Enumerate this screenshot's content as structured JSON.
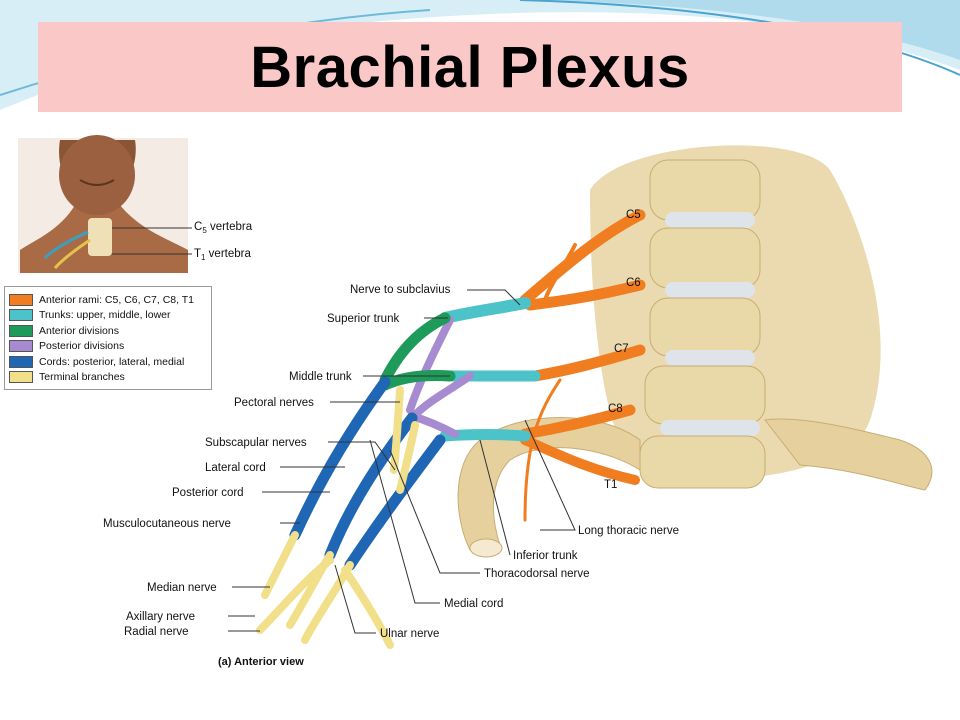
{
  "title": "Brachial Plexus",
  "inset": {
    "c5_label": "C",
    "c5_sub": "5",
    "c5_suffix": " vertebra",
    "t1_label": "T",
    "t1_sub": "1",
    "t1_suffix": " vertebra"
  },
  "legend": [
    {
      "label": "Anterior rami: C5, C6, C7, C8, T1",
      "color": "#f07d1f"
    },
    {
      "label": "Trunks: upper, middle, lower",
      "color": "#4cc3c8"
    },
    {
      "label": "Anterior divisions",
      "color": "#1e9a5a"
    },
    {
      "label": "Posterior divisions",
      "color": "#a78bd0"
    },
    {
      "label": "Cords: posterior, lateral, medial",
      "color": "#1f66b5"
    },
    {
      "label": "Terminal branches",
      "color": "#f2df8a"
    }
  ],
  "rami": [
    "C5",
    "C6",
    "C7",
    "C8",
    "T1"
  ],
  "labels": {
    "nerve_to_subclavius": "Nerve to subclavius",
    "superior_trunk": "Superior trunk",
    "middle_trunk": "Middle trunk",
    "pectoral_nerves": "Pectoral nerves",
    "subscapular_nerves": "Subscapular nerves",
    "lateral_cord": "Lateral cord",
    "posterior_cord": "Posterior cord",
    "musculocutaneous_nerve": "Musculocutaneous nerve",
    "median_nerve": "Median nerve",
    "axillary_nerve": "Axillary nerve",
    "radial_nerve": "Radial nerve",
    "long_thoracic_nerve": "Long thoracic nerve",
    "inferior_trunk": "Inferior trunk",
    "thoracodorsal_nerve": "Thoracodorsal nerve",
    "medial_cord": "Medial cord",
    "ulnar_nerve": "Ulnar nerve"
  },
  "caption": "(a) Anterior view"
}
